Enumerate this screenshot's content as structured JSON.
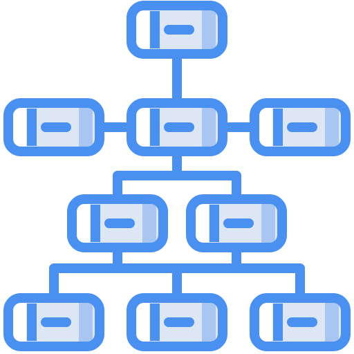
{
  "icon": {
    "name": "hierarchy-org-chart-icon",
    "colors": {
      "stroke": "#4A90F0",
      "fill_light": "#DDE6F4",
      "fill_accent": "#A9C6F2",
      "fill_white": "#FFFFFF",
      "background": "#FFFFFF"
    },
    "rows": [
      {
        "level": 0,
        "nodes": [
          "node-top"
        ]
      },
      {
        "level": 1,
        "nodes": [
          "node-left",
          "node-center",
          "node-right"
        ]
      },
      {
        "level": 2,
        "nodes": [
          "node-mid-left",
          "node-mid-right"
        ]
      },
      {
        "level": 3,
        "nodes": [
          "node-bottom-left",
          "node-bottom-center",
          "node-bottom-right"
        ]
      }
    ]
  }
}
